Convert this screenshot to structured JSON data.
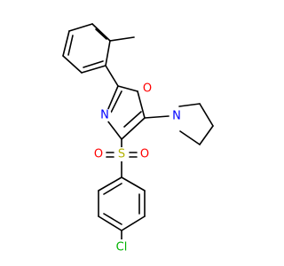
{
  "atoms": [
    {
      "id": "O_ring",
      "label": "O",
      "color": "#ff0000"
    },
    {
      "id": "N_ring",
      "label": "N",
      "color": "#0000ff"
    },
    {
      "id": "N_pyr",
      "label": "N",
      "color": "#0000ff"
    },
    {
      "id": "S",
      "label": "S",
      "color": "#b2b200"
    },
    {
      "id": "O_s1",
      "label": "O",
      "color": "#ff0000"
    },
    {
      "id": "O_s2",
      "label": "O",
      "color": "#ff0000"
    },
    {
      "id": "Cl",
      "label": "Cl",
      "color": "#00b200"
    }
  ]
}
